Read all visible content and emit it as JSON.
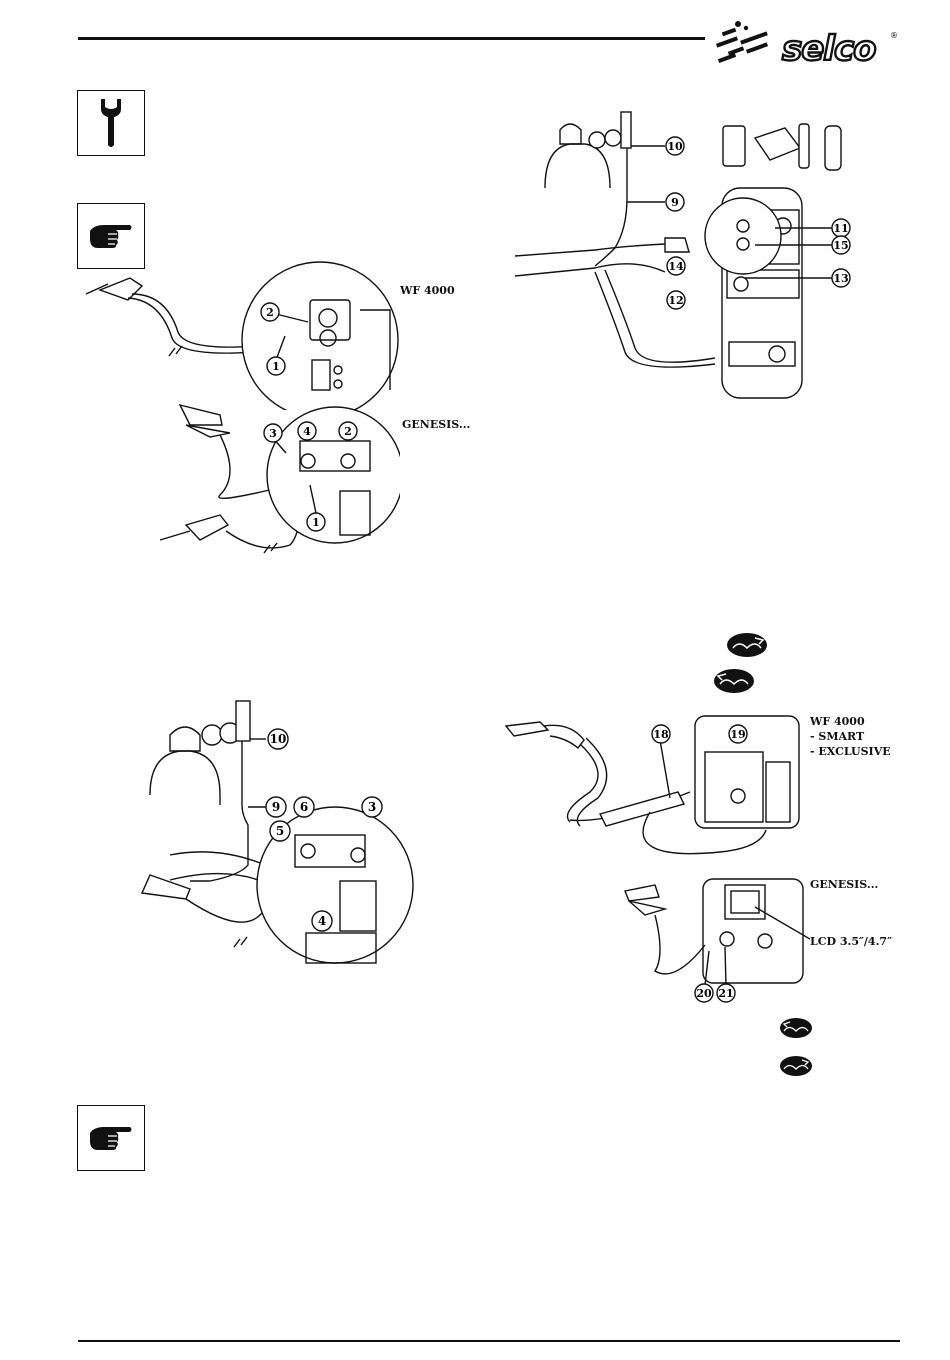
{
  "brand": {
    "name": "selco",
    "registered_mark": "®"
  },
  "left_labels": {
    "wf4000": "WF 4000",
    "genesis": "GENESIS..."
  },
  "right_labels": {
    "wf4000": "WF 4000",
    "smart": "- SMART",
    "exclusive": "- EXCLUSIVE",
    "genesis": "GENESIS...",
    "lcd": "LCD 3.5″/4.7″"
  },
  "callouts": {
    "fig1": [
      "2",
      "1"
    ],
    "fig2": [
      "3",
      "4",
      "2",
      "1"
    ],
    "fig3": [
      "10",
      "9",
      "6",
      "3",
      "5",
      "4"
    ],
    "fig4": [
      "10",
      "9",
      "11",
      "15",
      "14",
      "13",
      "12"
    ],
    "fig5": [
      "18",
      "19",
      "20",
      "21"
    ]
  },
  "icons": {
    "wrench": "wrench-icon",
    "hand": "pointing-hand-icon",
    "bobbin": "wire-spool-icon"
  }
}
